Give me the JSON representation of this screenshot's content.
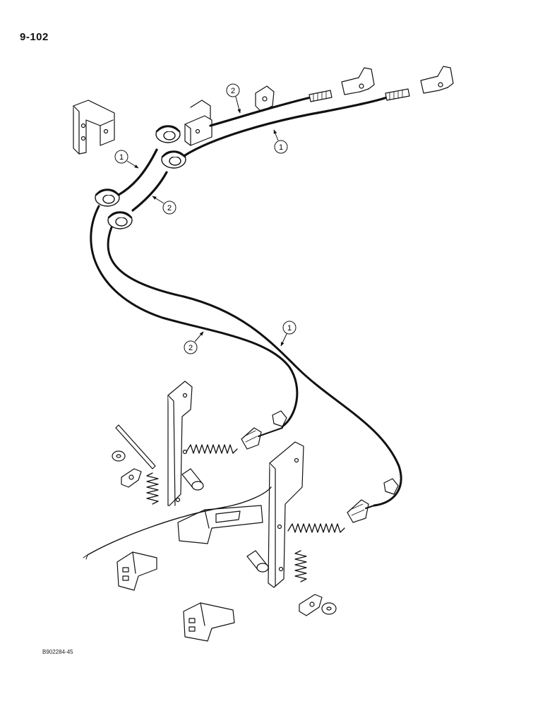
{
  "page": {
    "number": "9-102",
    "figure_code": "B902284-45"
  },
  "callouts": [
    {
      "id": "c1",
      "label": "1"
    },
    {
      "id": "c2",
      "label": "2"
    },
    {
      "id": "c3",
      "label": "2"
    },
    {
      "id": "c4",
      "label": "1"
    },
    {
      "id": "c5",
      "label": "1"
    },
    {
      "id": "c6",
      "label": "2"
    }
  ],
  "colors": {
    "ink": "#111111",
    "paper": "#ffffff"
  }
}
